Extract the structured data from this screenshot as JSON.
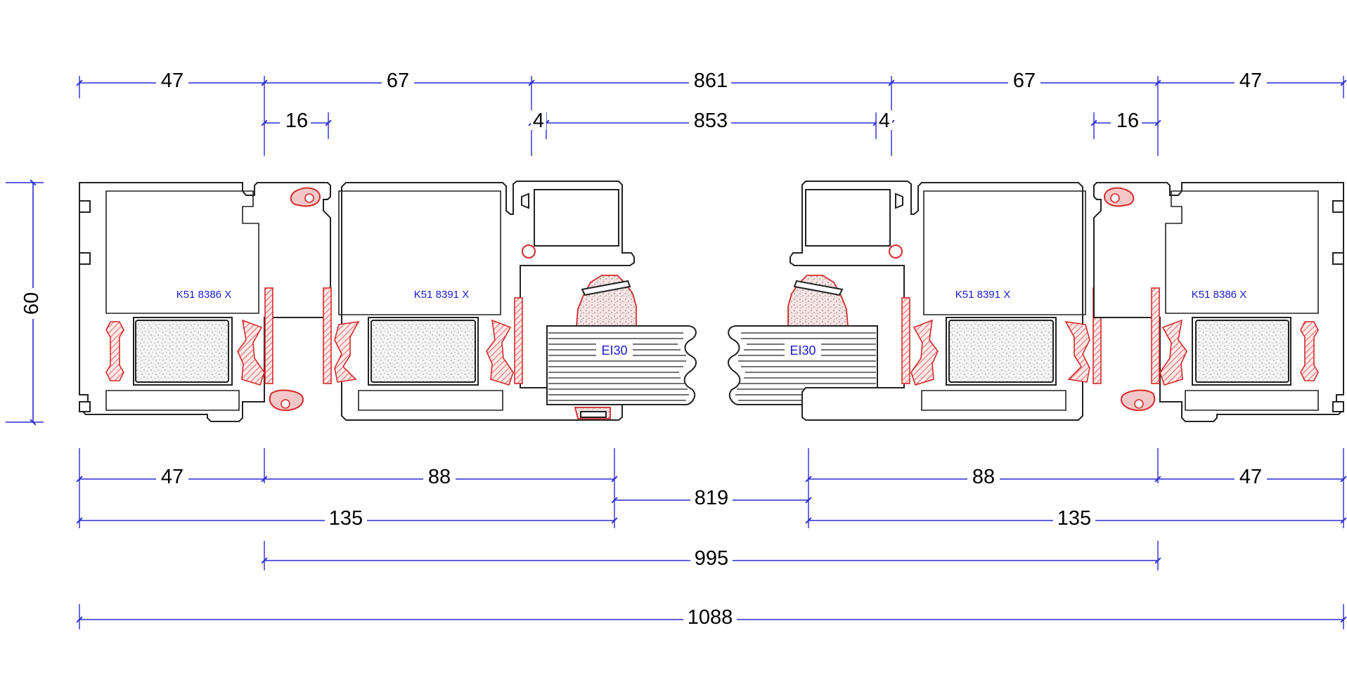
{
  "dimensions": {
    "top_row1": [
      "47",
      "67",
      "861",
      "67",
      "47"
    ],
    "top_row2": [
      "16",
      "4",
      "853",
      "4",
      "16"
    ],
    "left_height": "60",
    "bottom_row1": [
      "47",
      "88",
      "88",
      "47"
    ],
    "gap": "819",
    "bottom_row2": [
      "135",
      "135"
    ],
    "span_995": "995",
    "overall": "1088"
  },
  "profile_codes": {
    "left_outer": "K51 8386 X",
    "left_inner": "K51 8391 X",
    "right_inner": "K51 8391 X",
    "right_outer": "K51 8386 X"
  },
  "glass_labels": {
    "left": "EI30",
    "right": "EI30"
  },
  "colors": {
    "dimension": "#2a2ad6",
    "profile_stroke": "#222222",
    "seal": "#d42a2a",
    "label": "#1a1ad0"
  }
}
